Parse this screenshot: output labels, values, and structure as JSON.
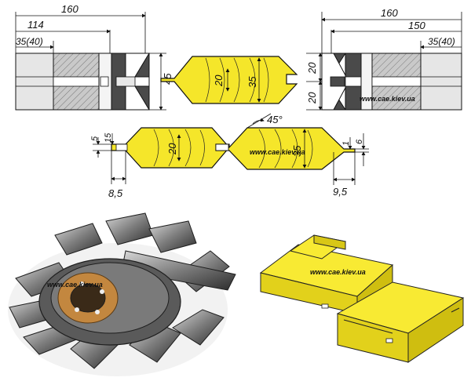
{
  "dimensions": {
    "top_left": {
      "total_length": "160",
      "inner_length": "114",
      "bore": "35(40)",
      "height": "45"
    },
    "top_right": {
      "total_length": "160",
      "inner_length": "150",
      "bore": "35(40)",
      "upper_height": "20",
      "lower_height": "20"
    },
    "profile_top": {
      "tongue_thickness": "20",
      "board_thickness": "35"
    },
    "profile_bottom_left": {
      "slot_depth": "5",
      "slot_width": "15",
      "board_thickness": "20",
      "slot_offset": "8,5"
    },
    "profile_bottom_right": {
      "chamfer_angle": "45°",
      "board_thickness": "35",
      "tongue_depth": "1",
      "tongue_width": "6",
      "tongue_offset": "9,5"
    }
  },
  "watermark": "www.cae.kiev.ua",
  "colors": {
    "wood_yellow": "#f5e62a",
    "steel_dark": "#4a4a4a",
    "hatch_gray": "#b7b7b7",
    "line": "#111111"
  }
}
